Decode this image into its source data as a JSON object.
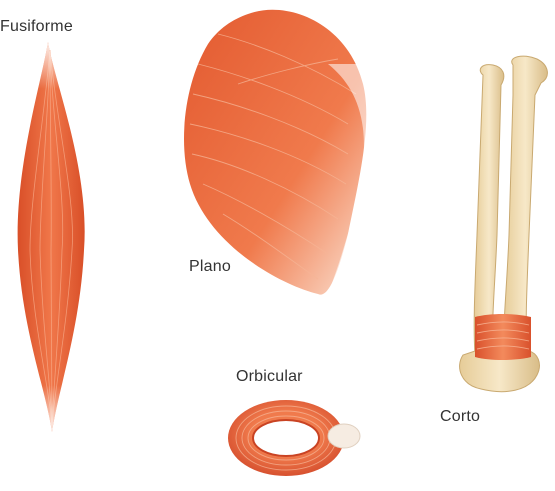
{
  "labels": {
    "fusiform": "Fusiforme",
    "flat": "Plano",
    "orbicular": "Orbicular",
    "short": "Corto"
  },
  "colors": {
    "muscle": "#e8643a",
    "muscle_light": "#f4a37c",
    "tendon": "#fbeee3",
    "bone": "#f3dfb8",
    "bone_shadow": "#d9c08f",
    "background": "#ffffff"
  }
}
